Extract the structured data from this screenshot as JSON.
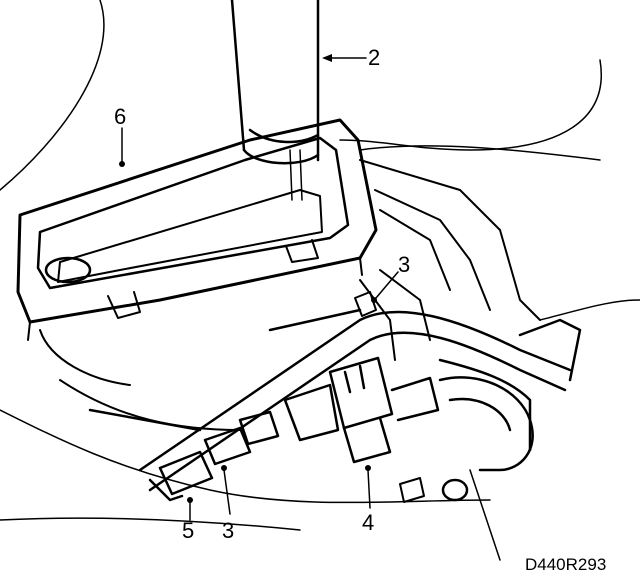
{
  "callouts": {
    "c2": "2",
    "c3_upper": "3",
    "c3_lower": "3",
    "c4": "4",
    "c5": "5",
    "c6": "6"
  },
  "figure_ref": "D440R293"
}
